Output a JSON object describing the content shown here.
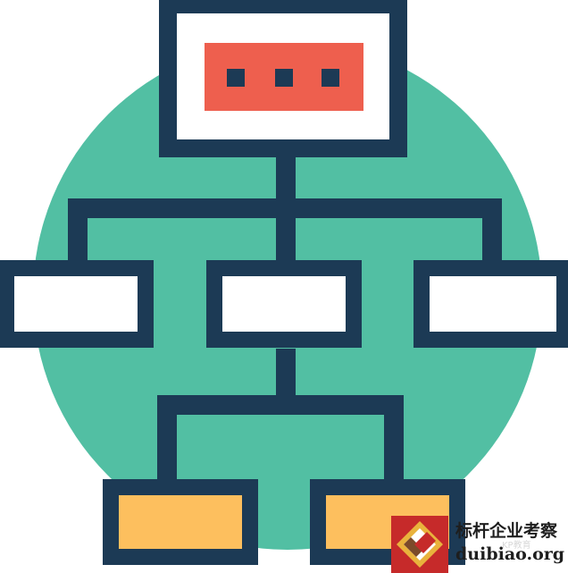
{
  "colors": {
    "outline": "#1c3a55",
    "circle": "#52bfa3",
    "top_box_fill": "#ffffff",
    "top_box_accent": "#ee5f4e",
    "middle_box_fill": "#ffffff",
    "bottom_box_fill": "#fdbf5e"
  },
  "diagram": {
    "icon": "org-chart-icon",
    "nodes": [
      {
        "id": "root",
        "fill": "#ffffff",
        "label_icon": "ellipsis-icon"
      },
      {
        "id": "child-left",
        "fill": "#ffffff"
      },
      {
        "id": "child-center",
        "fill": "#ffffff"
      },
      {
        "id": "child-right",
        "fill": "#ffffff"
      },
      {
        "id": "grandchild-left",
        "fill": "#fdbf5e"
      },
      {
        "id": "grandchild-right",
        "fill": "#fdbf5e"
      }
    ],
    "edges": [
      [
        "root",
        "child-left"
      ],
      [
        "root",
        "child-center"
      ],
      [
        "root",
        "child-right"
      ],
      [
        "child-center",
        "grandchild-left"
      ],
      [
        "child-center",
        "grandchild-right"
      ]
    ]
  },
  "watermark": {
    "title": "标杆企业考察",
    "url": "duibiao.org",
    "faint_text": "KP教育"
  }
}
